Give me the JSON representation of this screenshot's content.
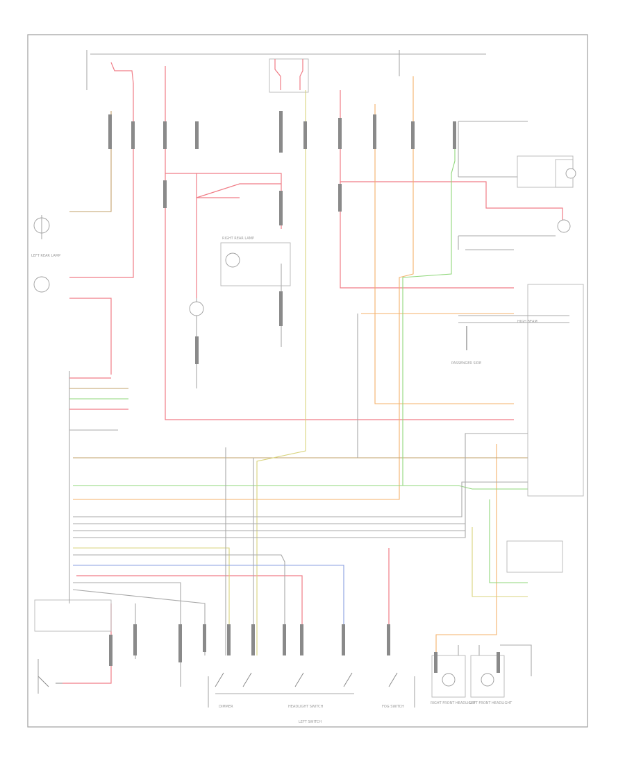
{
  "diagram": {
    "footer_code": "",
    "labels": {
      "left_sw": "LEFT SWITCH",
      "high_beam": "HIGH BEAM",
      "left_front_hl": "LEFT FRONT HEADLIGHT",
      "right_front_hl": "RIGHT FRONT HEADLIGHT",
      "right_rear_lamp": "RIGHT REAR LAMP",
      "left_rear_lamp": "LEFT REAR LAMP",
      "passenger_side": "PASSENGER SIDE",
      "fog_switch": "FOG SWITCH",
      "dimmer": "DIMMER",
      "headlight_switch": "HEADLIGHT SWITCH"
    },
    "colors": {
      "red": "#f07c86",
      "orange": "#f4b06a",
      "green": "#8fd77a",
      "yellow": "#d8d37c",
      "blue": "#8a9fe0",
      "gray": "#a8a8a8"
    }
  }
}
